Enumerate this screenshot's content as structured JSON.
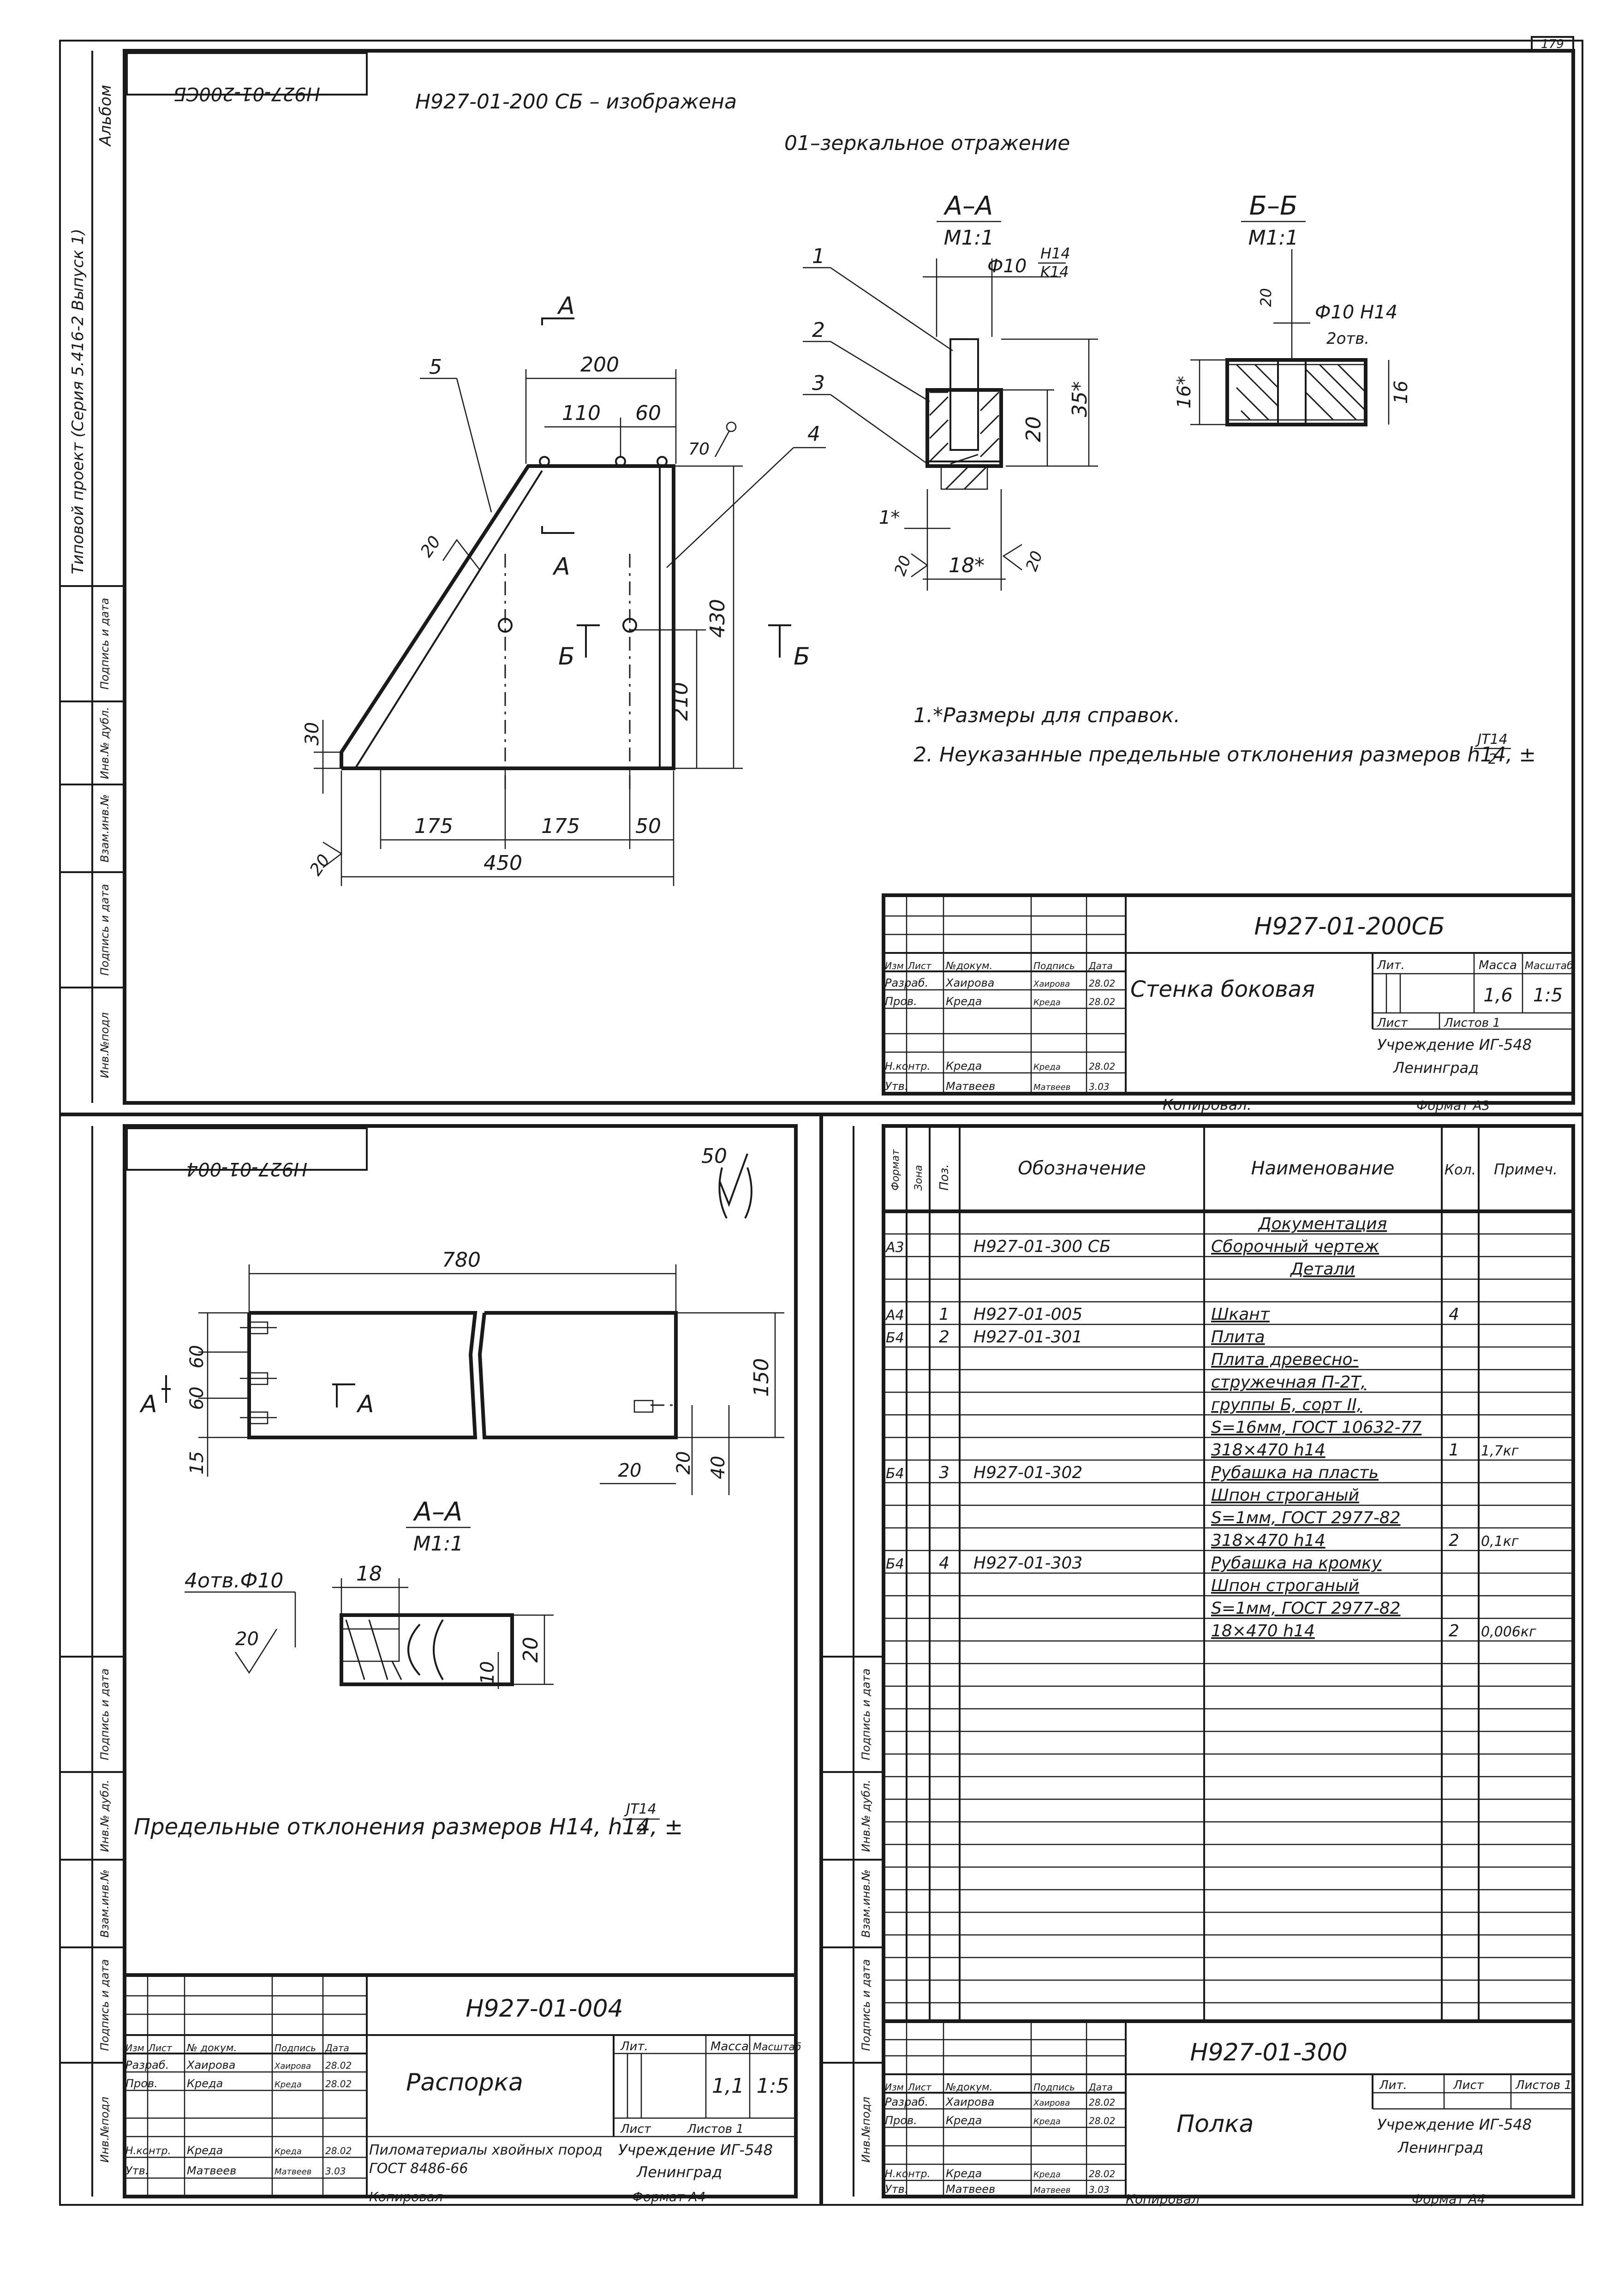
{
  "page_number": "179",
  "side_stamp": {
    "album": "Альбом",
    "project": "Типовой проект (Серия 5.416-2 Выпуск 1)",
    "cells": [
      "Подпись и дата",
      "Инв.№ дубл.",
      "Взам.инв.№",
      "Подпись и дата",
      "Инв.№подл"
    ]
  },
  "sheet1": {
    "corner_code": "H927-01-200CБ",
    "note_line1": "H927-01-200 CБ – изображена",
    "note_line2": "01–зеркальное отражение",
    "section_aa": {
      "title": "А–А",
      "scale": "М1:1",
      "dia": "Ф10",
      "fit_top": "H14",
      "fit_bot": "K14",
      "dim_35": "35*",
      "dim_20": "20",
      "dim_1": "1*",
      "dim_18": "18*",
      "rough_l": "20",
      "rough_r": "20"
    },
    "section_bb": {
      "title": "Б–Б",
      "scale": "М1:1",
      "hole": "Ф10 H14",
      "holes_count": "2отв.",
      "dim_16a": "16*",
      "dim_16b": "16",
      "rough": "20"
    },
    "positions": [
      "1",
      "2",
      "3",
      "4",
      "5"
    ],
    "dims": {
      "d200": "200",
      "d110": "110",
      "d60": "60",
      "d70": "70",
      "d430": "430",
      "d210": "210",
      "d30": "30",
      "d175a": "175",
      "d175b": "175",
      "d50": "50",
      "d450": "450",
      "rough_top": "20",
      "rough_bottom": "20"
    },
    "cut_a": "А",
    "cut_b": "Б",
    "notes": [
      "1.*Размеры для справок.",
      "2. Неуказанные предельные отклонения размеров h14, ±"
    ],
    "tolerance_num": "JT14",
    "tolerance_den": "2",
    "title_block": {
      "code": "H927-01-200CБ",
      "name": "Стенка боковая",
      "head": [
        "Изм",
        "Лист",
        "№докум.",
        "Подпись",
        "Дата"
      ],
      "rows": [
        [
          "Разраб.",
          "Хаирова",
          "Хаирова",
          "28.02"
        ],
        [
          "Пров.",
          "Креда",
          "Креда",
          "28.02"
        ],
        [
          "Н.контр.",
          "Креда",
          "Креда",
          "28.02"
        ],
        [
          "Утв.",
          "Матвеев",
          "Матвеев",
          "3.03"
        ]
      ],
      "lit": "Лит.",
      "mass_label": "Масса",
      "scale_label": "Масштаб",
      "mass": "1,6",
      "scale": "1:5",
      "sheet": "Лист",
      "sheets": "Листов 1",
      "org": "Учреждение ИГ-548",
      "city": "Ленинград",
      "copied": "Копировал:",
      "format": "Формат А3"
    }
  },
  "sheet2": {
    "corner_code": "H927-01-004",
    "roughness": "50",
    "dims": {
      "d780": "780",
      "d60a": "60",
      "d60b": "60",
      "d15": "15",
      "d150": "150",
      "d20": "20",
      "d40": "40",
      "d20b": "20"
    },
    "cut": "А",
    "section": {
      "title": "А–А",
      "scale": "М1:1",
      "holes": "4отв.Ф10",
      "d18": "18",
      "d10": "10",
      "d20": "20",
      "rough": "20"
    },
    "note": "Предельные отклонения размеров H14, h14, ±",
    "tolerance_num": "JT14",
    "tolerance_den": "2",
    "title_block": {
      "code": "H927-01-004",
      "name": "Распорка",
      "head": [
        "Изм",
        "Лист",
        "№ докум.",
        "Подпись",
        "Дата"
      ],
      "rows": [
        [
          "Разраб.",
          "Хаирова",
          "Хаирова",
          "28.02"
        ],
        [
          "Пров.",
          "Креда",
          "Креда",
          "28.02"
        ],
        [
          "Н.контр.",
          "Креда",
          "Креда",
          "28.02"
        ],
        [
          "Утв.",
          "Матвеев",
          "Матвеев",
          "3.03"
        ]
      ],
      "lit": "Лит.",
      "mass_label": "Масса",
      "scale_label": "Масштаб",
      "mass": "1,1",
      "scale": "1:5",
      "sheet": "Лист",
      "sheets": "Листов 1",
      "material": "Пиломатериалы хвойных пород ГОСТ 8486-66",
      "org": "Учреждение ИГ-548",
      "city": "Ленинград",
      "copied": "Копировал",
      "format": "Формат А4"
    }
  },
  "sheet3": {
    "headers": [
      "Формат",
      "Зона",
      "Поз.",
      "Обозначение",
      "Наименование",
      "Кол.",
      "Примеч."
    ],
    "rows": [
      {
        "fmt": "",
        "pos": "",
        "code": "",
        "name": "Документация",
        "qty": "",
        "note": "",
        "section": true
      },
      {
        "fmt": "А3",
        "pos": "",
        "code": "H927-01-300 CБ",
        "name": "Сборочный чертеж",
        "qty": "",
        "note": ""
      },
      {
        "fmt": "",
        "pos": "",
        "code": "",
        "name": "Детали",
        "qty": "",
        "note": "",
        "section": true
      },
      {
        "fmt": "А4",
        "pos": "1",
        "code": "H927-01-005",
        "name": "Шкант",
        "qty": "4",
        "note": ""
      },
      {
        "fmt": "Б4",
        "pos": "2",
        "code": "H927-01-301",
        "name": "Плита",
        "qty": "",
        "note": ""
      },
      {
        "fmt": "",
        "pos": "",
        "code": "",
        "name": "Плита древесно-",
        "qty": "",
        "note": ""
      },
      {
        "fmt": "",
        "pos": "",
        "code": "",
        "name": "стружечная П-2Т,",
        "qty": "",
        "note": ""
      },
      {
        "fmt": "",
        "pos": "",
        "code": "",
        "name": "группы Б, сорт II,",
        "qty": "",
        "note": ""
      },
      {
        "fmt": "",
        "pos": "",
        "code": "",
        "name": "S=16мм, ГОСТ 10632-77",
        "qty": "",
        "note": ""
      },
      {
        "fmt": "",
        "pos": "",
        "code": "",
        "name": "318×470 h14",
        "qty": "1",
        "note": "1,7кг"
      },
      {
        "fmt": "Б4",
        "pos": "3",
        "code": "H927-01-302",
        "name": "Рубашка на пласть",
        "qty": "",
        "note": ""
      },
      {
        "fmt": "",
        "pos": "",
        "code": "",
        "name": "Шпон строганый",
        "qty": "",
        "note": ""
      },
      {
        "fmt": "",
        "pos": "",
        "code": "",
        "name": "S=1мм, ГОСТ 2977-82",
        "qty": "",
        "note": ""
      },
      {
        "fmt": "",
        "pos": "",
        "code": "",
        "name": "318×470 h14",
        "qty": "2",
        "note": "0,1кг"
      },
      {
        "fmt": "Б4",
        "pos": "4",
        "code": "H927-01-303",
        "name": "Рубашка на кромку",
        "qty": "",
        "note": ""
      },
      {
        "fmt": "",
        "pos": "",
        "code": "",
        "name": "Шпон строганый",
        "qty": "",
        "note": ""
      },
      {
        "fmt": "",
        "pos": "",
        "code": "",
        "name": "S=1мм, ГОСТ 2977-82",
        "qty": "",
        "note": ""
      },
      {
        "fmt": "",
        "pos": "",
        "code": "",
        "name": "18×470 h14",
        "qty": "2",
        "note": "0,006кг"
      }
    ],
    "title_block": {
      "code": "H927-01-300",
      "name": "Полка",
      "head": [
        "Изм",
        "Лист",
        "№докум.",
        "Подпись",
        "Дата"
      ],
      "rows": [
        [
          "Разраб.",
          "Хаирова",
          "Хаирова",
          "28.02"
        ],
        [
          "Пров.",
          "Креда",
          "Креда",
          "28.02"
        ],
        [
          "Н.контр.",
          "Креда",
          "Креда",
          "28.02"
        ],
        [
          "Утв.",
          "Матвеев",
          "Матвеев",
          "3.03"
        ]
      ],
      "lit": "Лит.",
      "sheet": "Лист",
      "sheets": "Листов 1",
      "org": "Учреждение ИГ-548",
      "city": "Ленинград",
      "copied": "Копировал",
      "format": "Формат А4"
    }
  }
}
